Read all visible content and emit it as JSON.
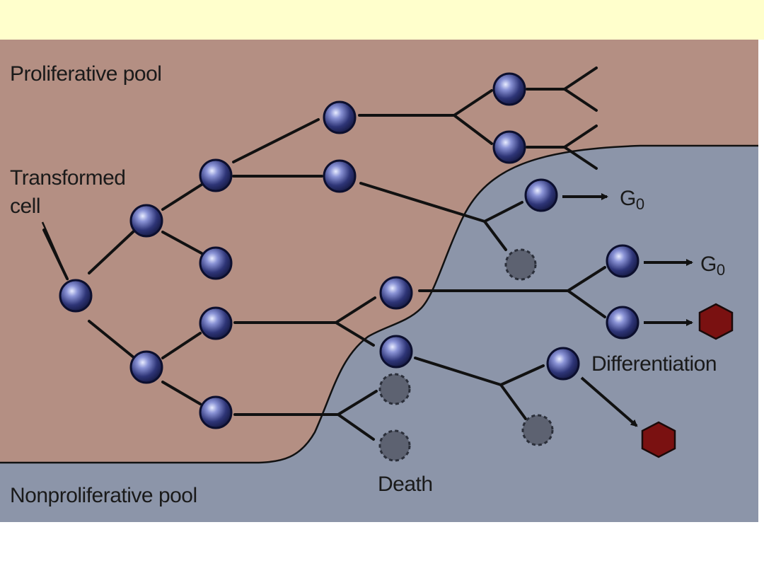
{
  "labels": {
    "proliferative_pool": "Proliferative pool",
    "transformed_cell_line1": "Transformed",
    "transformed_cell_line2": "cell",
    "g0_upper": "G",
    "g0_upper_sub": "0",
    "g0_lower": "G",
    "g0_lower_sub": "0",
    "differentiation": "Differentiation",
    "death": "Death",
    "nonproliferative_pool": "Nonproliferative pool"
  },
  "colors": {
    "top_band": "#ffffcc",
    "proliferative_region": "#b48f83",
    "nonproliferative_region": "#8c95a9",
    "live_cell": "#262c66",
    "dead_cell": "#5d6271",
    "differentiated_cell": "#7a1111"
  }
}
